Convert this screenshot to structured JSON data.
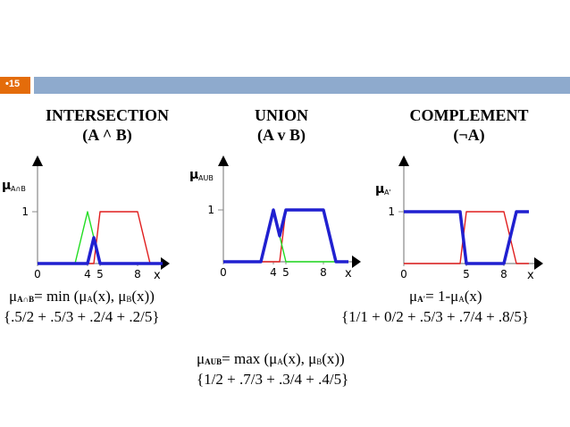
{
  "slide_number": "•15",
  "colors": {
    "accent_orange": "#e46c0a",
    "accent_blue": "#8eaacd",
    "A": "#e01e1e",
    "B": "#2020d0",
    "Bline": "#22dd22"
  },
  "headings": {
    "intersection": {
      "title": "INTERSECTION",
      "sub": "(A ^ B)"
    },
    "union": {
      "title": "UNION",
      "sub": "(A v B)"
    },
    "complement": {
      "title": "COMPLEMENT",
      "sub": "(¬A)"
    }
  },
  "formulas": {
    "intersection": {
      "mu": "μ",
      "sub": "A∩B",
      "rhs": "= min (μ",
      "subA": "A",
      "mid": "(x), μ",
      "subB": "B",
      "end": "(x))"
    },
    "union": {
      "mu": "μ",
      "sub": "AUB",
      "rhs": "= max (μ",
      "subA": "A",
      "mid": "(x), μ",
      "subB": "B",
      "end": "(x))"
    },
    "complement": {
      "mu": "μ",
      "sub": "A'",
      "rhs": "= 1-μ",
      "subA": "A",
      "end": "(x)"
    }
  },
  "sets": {
    "intersection": "{.5/2 + .5/3 + .2/4 + .2/5}",
    "union": "{1/2 + .7/3 + .3/4 + .4/5}",
    "complement": "{1/1 + 0/2 + .5/3 + .7/4 + .8/5}"
  },
  "chart_data": [
    {
      "type": "line",
      "name": "intersection",
      "ylabel_mu": "μ",
      "ylabel_sub": "A∩B",
      "xlabel": "x",
      "xticks": [
        "0",
        "4",
        "5",
        "8"
      ],
      "yticks": [
        "1"
      ],
      "xlim": [
        0,
        10
      ],
      "ylim": [
        0,
        1
      ],
      "series": [
        {
          "color": "#e01e1e",
          "x": [
            0,
            4.5,
            5,
            8,
            9,
            10
          ],
          "y": [
            0,
            0,
            1,
            1,
            0,
            0
          ]
        },
        {
          "color": "#22dd22",
          "x": [
            0,
            3,
            4,
            5,
            10
          ],
          "y": [
            0,
            0,
            1,
            0,
            0
          ]
        },
        {
          "color": "#2020d0",
          "bold": true,
          "x": [
            0,
            4,
            4.5,
            5,
            10
          ],
          "y": [
            0,
            0,
            0.5,
            0,
            0
          ]
        }
      ]
    },
    {
      "type": "line",
      "name": "union",
      "ylabel_mu": "μ",
      "ylabel_sub": "AUB",
      "xlabel": "x",
      "xticks": [
        "0",
        "4",
        "5",
        "8"
      ],
      "yticks": [
        "1"
      ],
      "xlim": [
        0,
        10
      ],
      "ylim": [
        0,
        1
      ],
      "series": [
        {
          "color": "#e01e1e",
          "x": [
            0,
            4.5,
            5,
            8,
            9,
            10
          ],
          "y": [
            0,
            0,
            1,
            1,
            0,
            0
          ]
        },
        {
          "color": "#22dd22",
          "x": [
            0,
            3,
            4,
            5,
            10
          ],
          "y": [
            0,
            0,
            1,
            0,
            0
          ]
        },
        {
          "color": "#2020d0",
          "bold": true,
          "x": [
            0,
            3,
            4,
            4.5,
            5,
            8,
            9,
            10
          ],
          "y": [
            0,
            0,
            1,
            0.5,
            1,
            1,
            0,
            0
          ]
        }
      ]
    },
    {
      "type": "line",
      "name": "complement",
      "ylabel_mu": "μ",
      "ylabel_sub": "A'",
      "xlabel": "x",
      "xticks": [
        "0",
        "5",
        "8"
      ],
      "yticks": [
        "1"
      ],
      "xlim": [
        0,
        10
      ],
      "ylim": [
        0,
        1
      ],
      "series": [
        {
          "color": "#e01e1e",
          "x": [
            0,
            4.5,
            5,
            8,
            9,
            10
          ],
          "y": [
            0,
            0,
            1,
            1,
            0,
            0
          ]
        },
        {
          "color": "#2020d0",
          "bold": true,
          "x": [
            0,
            4.5,
            5,
            8,
            9,
            10
          ],
          "y": [
            1,
            1,
            0,
            0,
            1,
            1
          ]
        }
      ]
    }
  ]
}
